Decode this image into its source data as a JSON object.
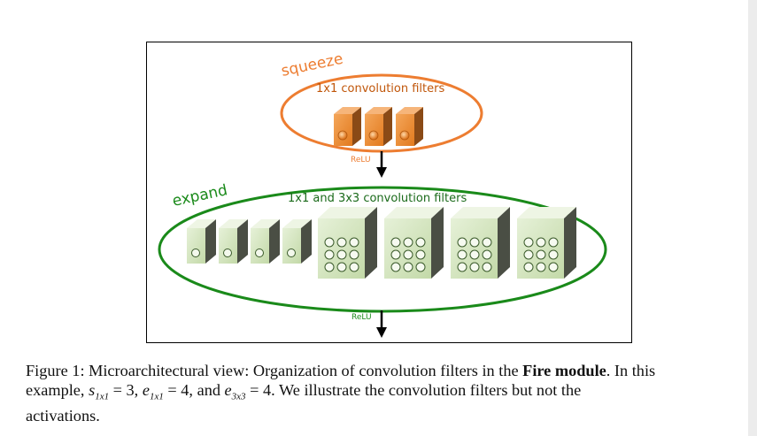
{
  "figure": {
    "squeeze_label": "squeeze",
    "squeeze_subtitle": "1x1 convolution filters",
    "squeeze_relu": "ReLU",
    "expand_label": "expand",
    "expand_subtitle": "1x1 and 3x3 convolution filters",
    "expand_relu": "ReLU",
    "squeeze_filter_count": 3,
    "expand_1x1_count": 4,
    "expand_3x3_count": 4,
    "colors": {
      "squeeze": "#ed7d31",
      "expand": "#1a8a1a",
      "squeeze_filter": "#e8852a",
      "expand_filter": "#cfe3b8"
    }
  },
  "caption": {
    "prefix": "Figure 1: Microarchitectural view: Organization of convolution filters in the ",
    "bold": "Fire module",
    "line1_suffix": ". In this",
    "line2_a": "example, ",
    "s_sym": "s",
    "s_sub": "1x1",
    "eq1": " = 3, ",
    "e1_sym": "e",
    "e1_sub": "1x1",
    "eq2": " = 4, and ",
    "e3_sym": "e",
    "e3_sub": "3x3",
    "eq3": " = 4.  We illustrate the convolution filters but not the",
    "line3": "activations."
  }
}
